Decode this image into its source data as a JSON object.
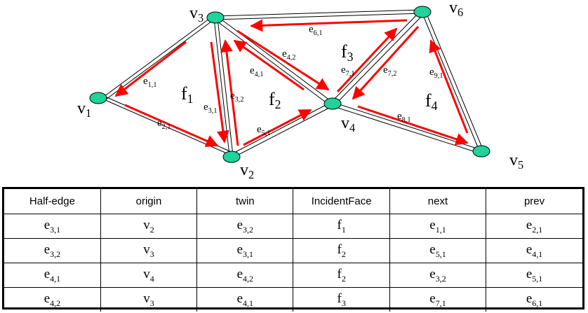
{
  "vertices": [
    {
      "id": "v1",
      "base": "v",
      "sub": "1"
    },
    {
      "id": "v2",
      "base": "v",
      "sub": "2"
    },
    {
      "id": "v3",
      "base": "v",
      "sub": "3"
    },
    {
      "id": "v4",
      "base": "v",
      "sub": "4"
    },
    {
      "id": "v5",
      "base": "v",
      "sub": "5"
    },
    {
      "id": "v6",
      "base": "v",
      "sub": "6"
    }
  ],
  "faces": [
    {
      "id": "f1",
      "base": "f",
      "sub": "1"
    },
    {
      "id": "f2",
      "base": "f",
      "sub": "2"
    },
    {
      "id": "f3",
      "base": "f",
      "sub": "3"
    },
    {
      "id": "f4",
      "base": "f",
      "sub": "4"
    }
  ],
  "half_edges": [
    {
      "id": "e11",
      "base": "e",
      "sub": "1,1"
    },
    {
      "id": "e21",
      "base": "e",
      "sub": "2,1"
    },
    {
      "id": "e31",
      "base": "e",
      "sub": "3,1"
    },
    {
      "id": "e32",
      "base": "e",
      "sub": "3,2"
    },
    {
      "id": "e41",
      "base": "e",
      "sub": "4,1"
    },
    {
      "id": "e42",
      "base": "e",
      "sub": "4,2"
    },
    {
      "id": "e51",
      "base": "e",
      "sub": "5,1"
    },
    {
      "id": "e61",
      "base": "e",
      "sub": "6,1"
    },
    {
      "id": "e71",
      "base": "e",
      "sub": "7,1"
    },
    {
      "id": "e72",
      "base": "e",
      "sub": "7,2"
    },
    {
      "id": "e81",
      "base": "e",
      "sub": "8,1"
    },
    {
      "id": "e91",
      "base": "e",
      "sub": "9,1"
    }
  ],
  "colors": {
    "vertex_fill": "#1fd39a",
    "half_edge_arrow": "#ff0000",
    "edge": "#000000"
  },
  "table": {
    "headers": [
      "Half-edge",
      "origin",
      "twin",
      "IncidentFace",
      "next",
      "prev"
    ],
    "rows": [
      [
        {
          "b": "e",
          "s": "3,1"
        },
        {
          "b": "v",
          "s": "2"
        },
        {
          "b": "e",
          "s": "3,2"
        },
        {
          "b": "f",
          "s": "1"
        },
        {
          "b": "e",
          "s": "1,1"
        },
        {
          "b": "e",
          "s": "2,1"
        }
      ],
      [
        {
          "b": "e",
          "s": "3,2"
        },
        {
          "b": "v",
          "s": "3"
        },
        {
          "b": "e",
          "s": "3,1"
        },
        {
          "b": "f",
          "s": "2"
        },
        {
          "b": "e",
          "s": "5,1"
        },
        {
          "b": "e",
          "s": "4,1"
        }
      ],
      [
        {
          "b": "e",
          "s": "4,1"
        },
        {
          "b": "v",
          "s": "4"
        },
        {
          "b": "e",
          "s": "4,2"
        },
        {
          "b": "f",
          "s": "2"
        },
        {
          "b": "e",
          "s": "3,2"
        },
        {
          "b": "e",
          "s": "5,1"
        }
      ],
      [
        {
          "b": "e",
          "s": "4,2"
        },
        {
          "b": "v",
          "s": "3"
        },
        {
          "b": "e",
          "s": "4,1"
        },
        {
          "b": "f",
          "s": "3"
        },
        {
          "b": "e",
          "s": "7,1"
        },
        {
          "b": "e",
          "s": "6,1"
        }
      ]
    ]
  }
}
